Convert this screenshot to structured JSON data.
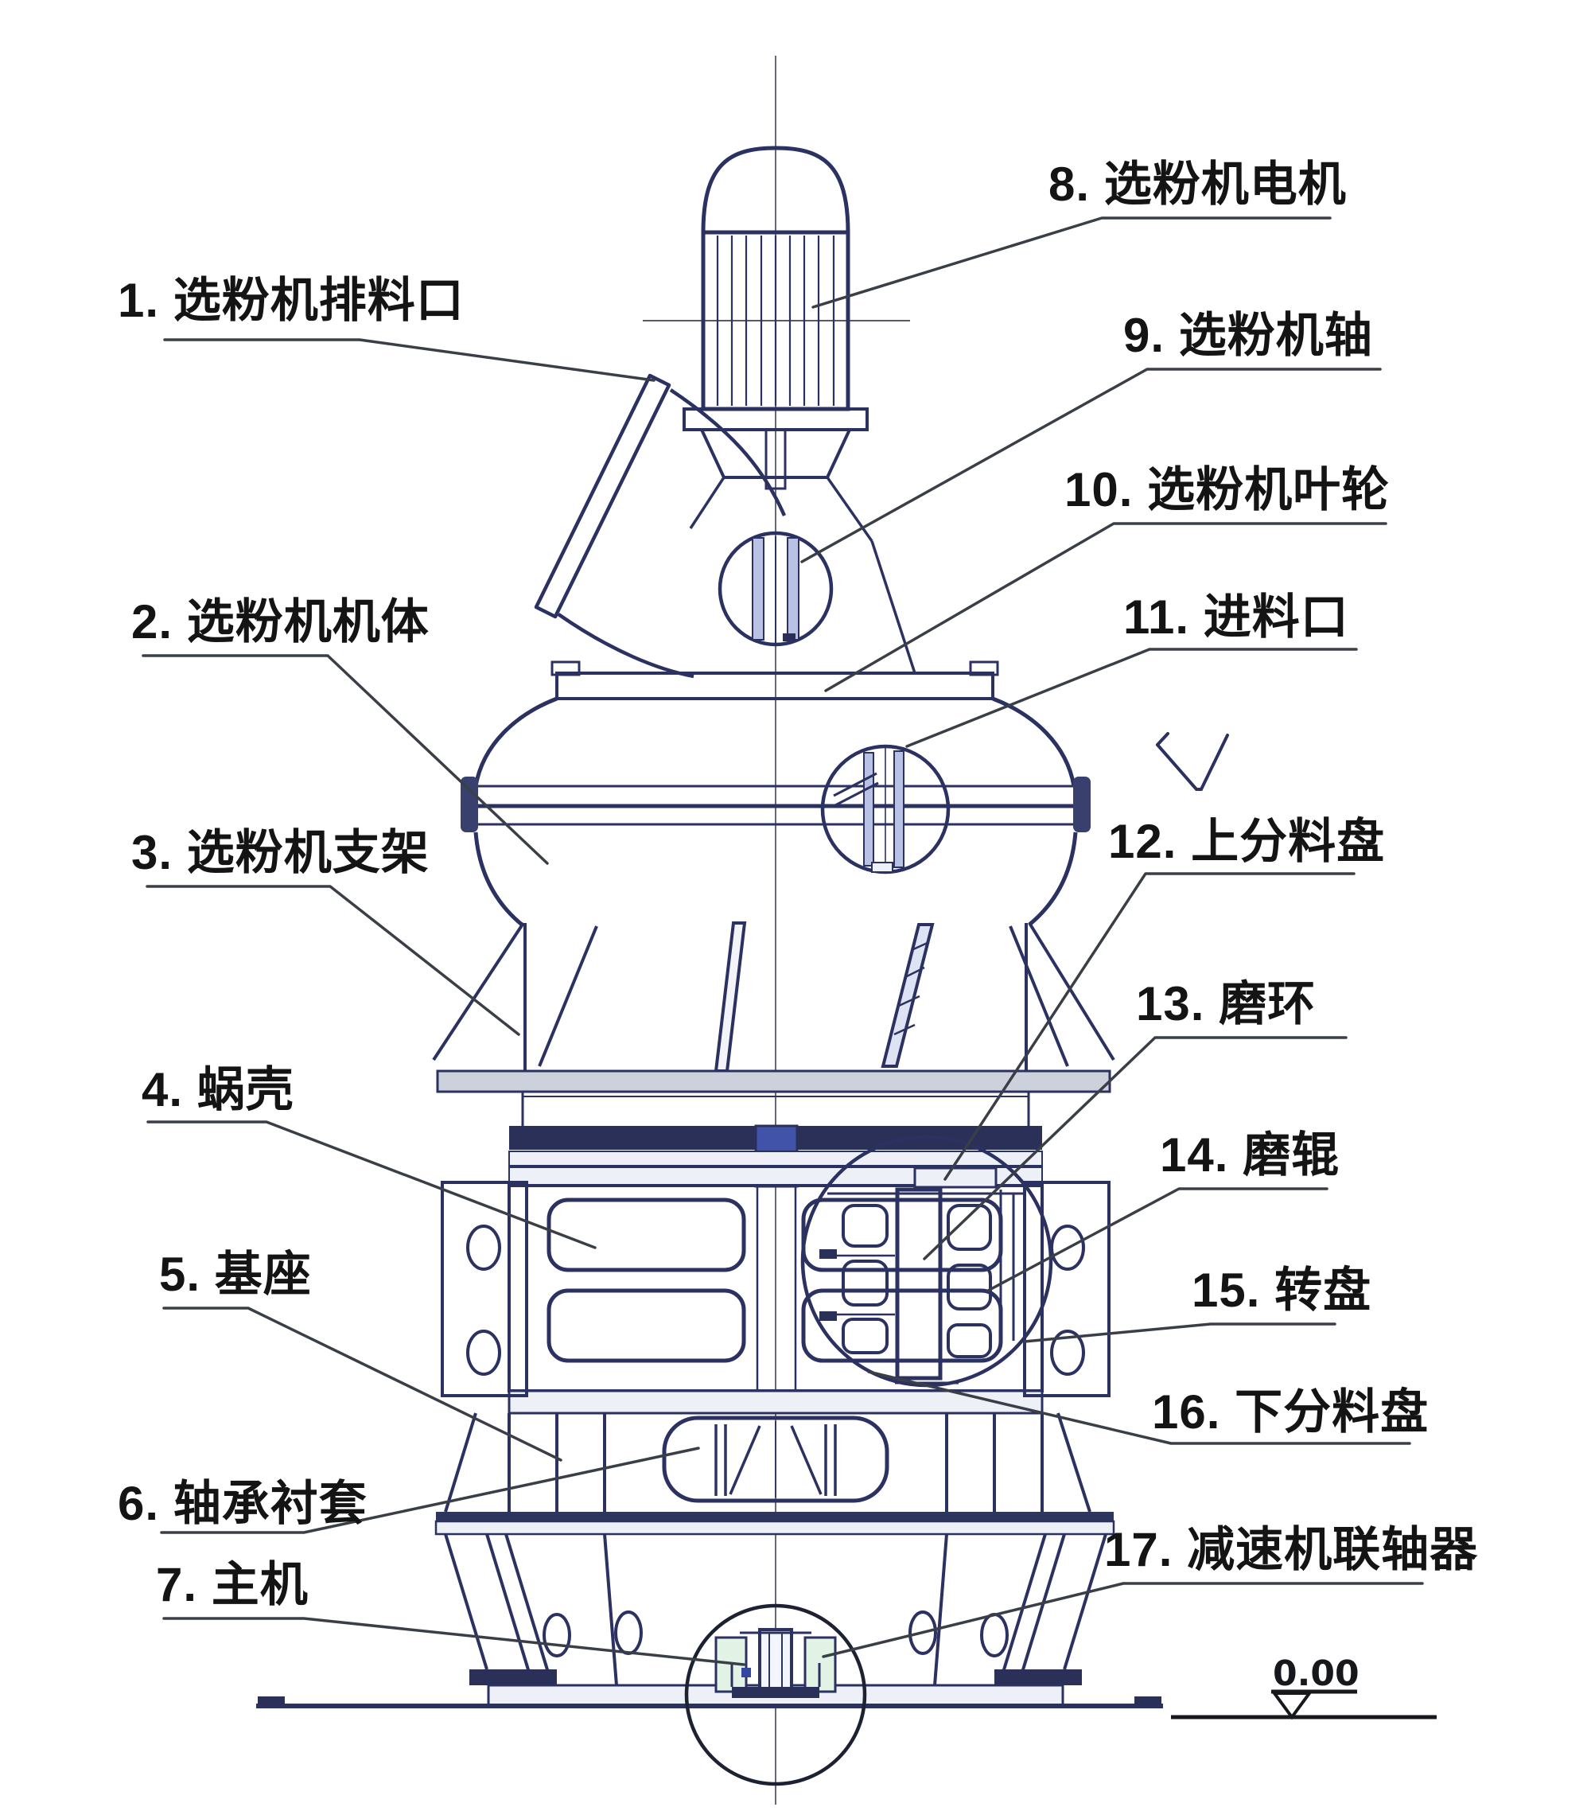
{
  "diagram": {
    "kind": "engineering-cross-section",
    "language": "zh-CN"
  },
  "colors": {
    "paper": "#ffffff",
    "machine_line": "#2b3160",
    "leader_line": "#3a3f47",
    "label_text": "#141414",
    "dark_band": "#2a3057",
    "light_band": "#eef0f8",
    "deck_fill": "#ccd1dc",
    "lavender_fill": "#b9c2e4",
    "green_tint": "#e2f2e4"
  },
  "labels": [
    {
      "id": "1",
      "text": "1. 选粉机排料口"
    },
    {
      "id": "2",
      "text": "2. 选粉机机体"
    },
    {
      "id": "3",
      "text": "3. 选粉机支架"
    },
    {
      "id": "4",
      "text": "4. 蜗壳"
    },
    {
      "id": "5",
      "text": "5. 基座"
    },
    {
      "id": "6",
      "text": "6. 轴承衬套"
    },
    {
      "id": "7",
      "text": "7. 主机"
    },
    {
      "id": "8",
      "text": "8. 选粉机电机"
    },
    {
      "id": "9",
      "text": "9. 选粉机轴"
    },
    {
      "id": "10",
      "text": "10. 选粉机叶轮"
    },
    {
      "id": "11",
      "text": "11. 进料口"
    },
    {
      "id": "12",
      "text": "12. 上分料盘"
    },
    {
      "id": "13",
      "text": "13. 磨环"
    },
    {
      "id": "14",
      "text": "14. 磨辊"
    },
    {
      "id": "15",
      "text": "15. 转盘"
    },
    {
      "id": "16",
      "text": "16. 下分料盘"
    },
    {
      "id": "17",
      "text": "17. 减速机联轴器"
    }
  ],
  "elevation": {
    "value": "0.00"
  }
}
